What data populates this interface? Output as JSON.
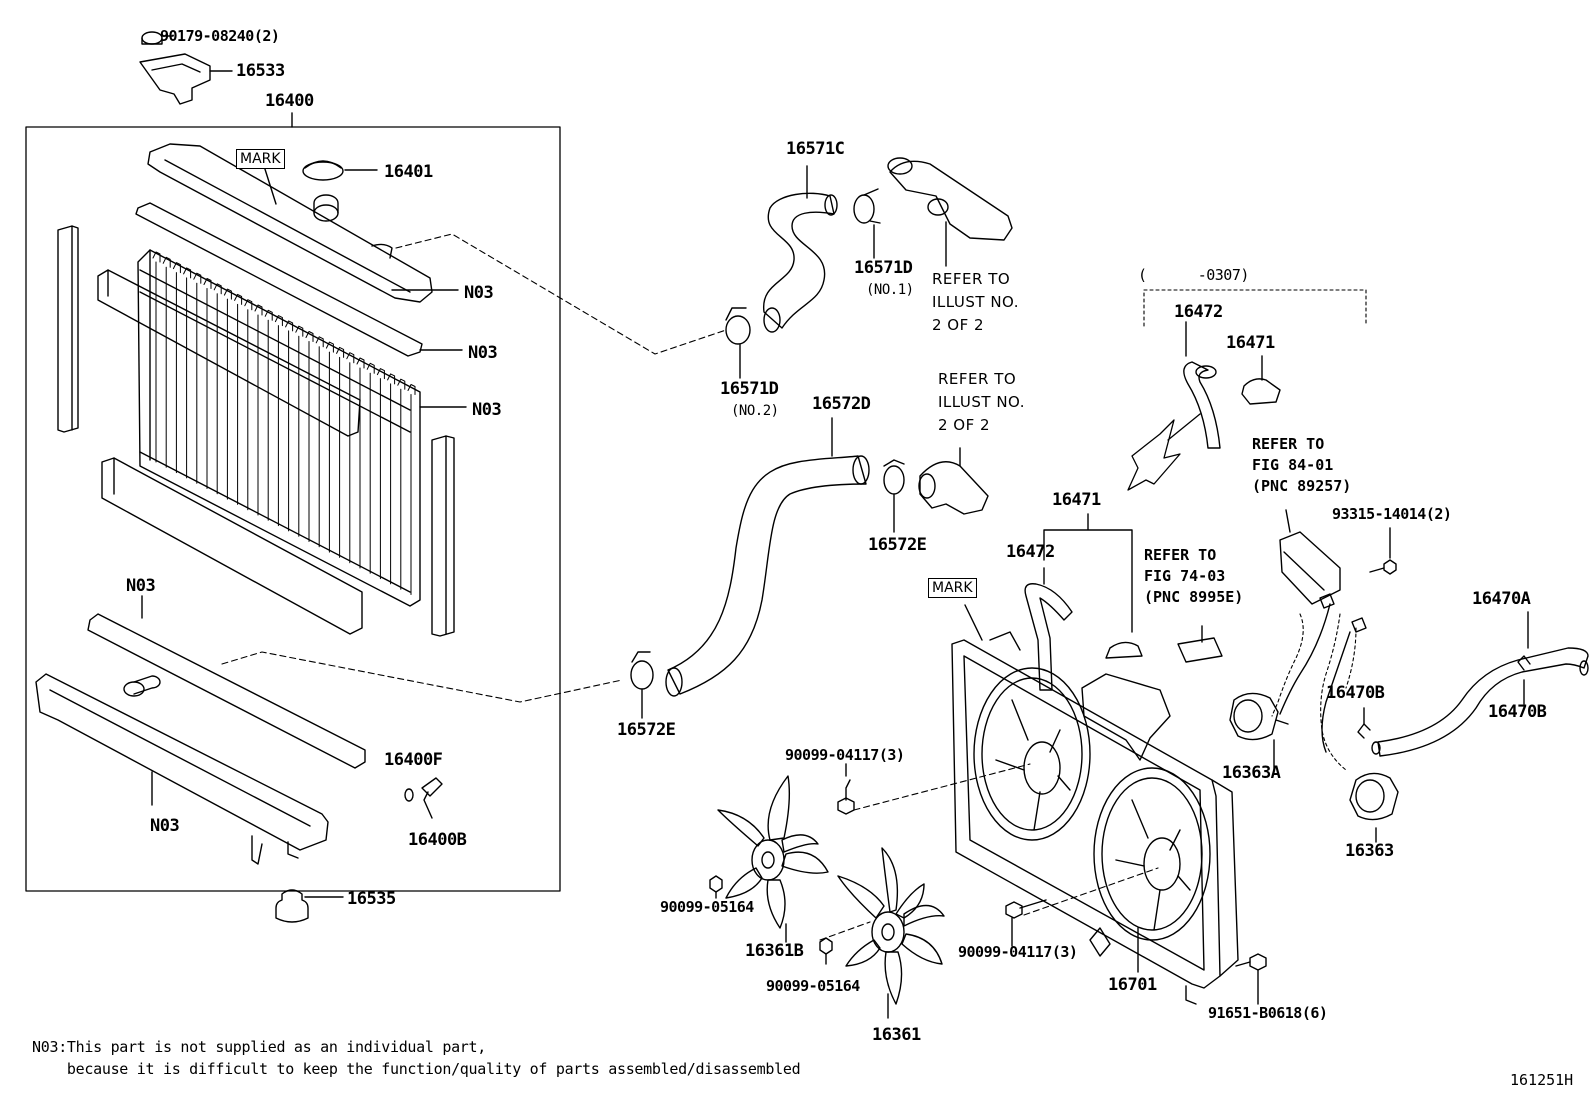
{
  "labels": {
    "p90179": "90179-08240(2)",
    "p16533": "16533",
    "p16400": "16400",
    "p16401": "16401",
    "n03_1": "N03",
    "n03_2": "N03",
    "n03_3": "N03",
    "n03_4": "N03",
    "n03_5": "N03",
    "p16400f": "16400F",
    "p16400b": "16400B",
    "p16535": "16535",
    "p16571c": "16571C",
    "p16571d_1": "16571D",
    "no1": "(NO.1)",
    "p16571d_2": "16571D",
    "no2": "(NO.2)",
    "p16572d": "16572D",
    "p16572e_1": "16572E",
    "p16572e_2": "16572E",
    "range": "(      -0307)",
    "p16472_1": "16472",
    "p16471_1": "16471",
    "p16471_2": "16471",
    "p16472_2": "16472",
    "p93315": "93315-14014(2)",
    "p16470a": "16470A",
    "p16470b_1": "16470B",
    "p16470b_2": "16470B",
    "p16363a": "16363A",
    "p16363": "16363",
    "p90099_04117a": "90099-04117(3)",
    "p90099_05164a": "90099-05164",
    "p16361b": "16361B",
    "p90099_05164b": "90099-05164",
    "p16361": "16361",
    "p90099_04117b": "90099-04117(3)",
    "p16701": "16701",
    "p91651": "91651-B0618(6)"
  },
  "marks": {
    "mark1": "MARK",
    "mark2": "MARK"
  },
  "refs": {
    "ref1": "REFER TO\nILLUST NO.\n2 OF 2",
    "ref2": "REFER TO\nILLUST NO.\n2 OF 2",
    "ref3": "REFER TO\nFIG 84-01\n(PNC 89257)",
    "ref4": "REFER TO\nFIG 74-03\n(PNC 8995E)"
  },
  "footnote": {
    "line1": "N03:This part is not supplied as an individual part,",
    "line2": "    because it is difficult to keep the function/quality of parts assembled/disassembled"
  },
  "figure_id": "161251H"
}
